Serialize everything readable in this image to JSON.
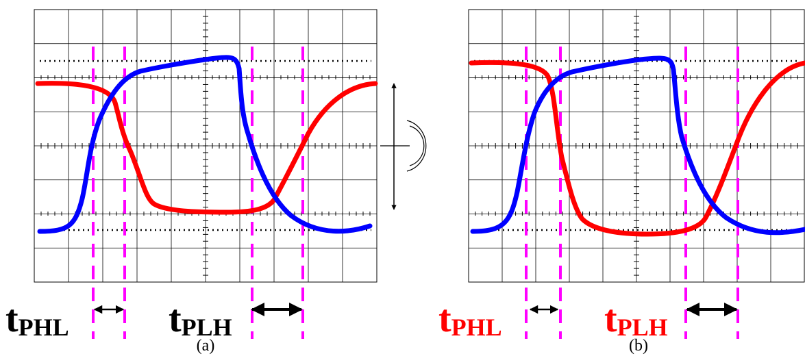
{
  "panels": [
    {
      "caption": "(a)",
      "label_color": "#000000",
      "phl_label": {
        "main": "t",
        "sub": "PHL"
      },
      "plh_label": {
        "main": "t",
        "sub": "PLH"
      }
    },
    {
      "caption": "(b)",
      "label_color": "#ff0000",
      "phl_label": {
        "main": "t",
        "sub": "PHL"
      },
      "plh_label": {
        "main": "t",
        "sub": "PLH"
      }
    }
  ],
  "colors": {
    "input_trace": "#0000ff",
    "output_trace": "#ff0000",
    "marker": "#ff00ff",
    "grid": "#000000"
  },
  "icons": {
    "vertical_arrow": "up-down-arrow-icon",
    "knob": "adjust-knob-icon"
  }
}
